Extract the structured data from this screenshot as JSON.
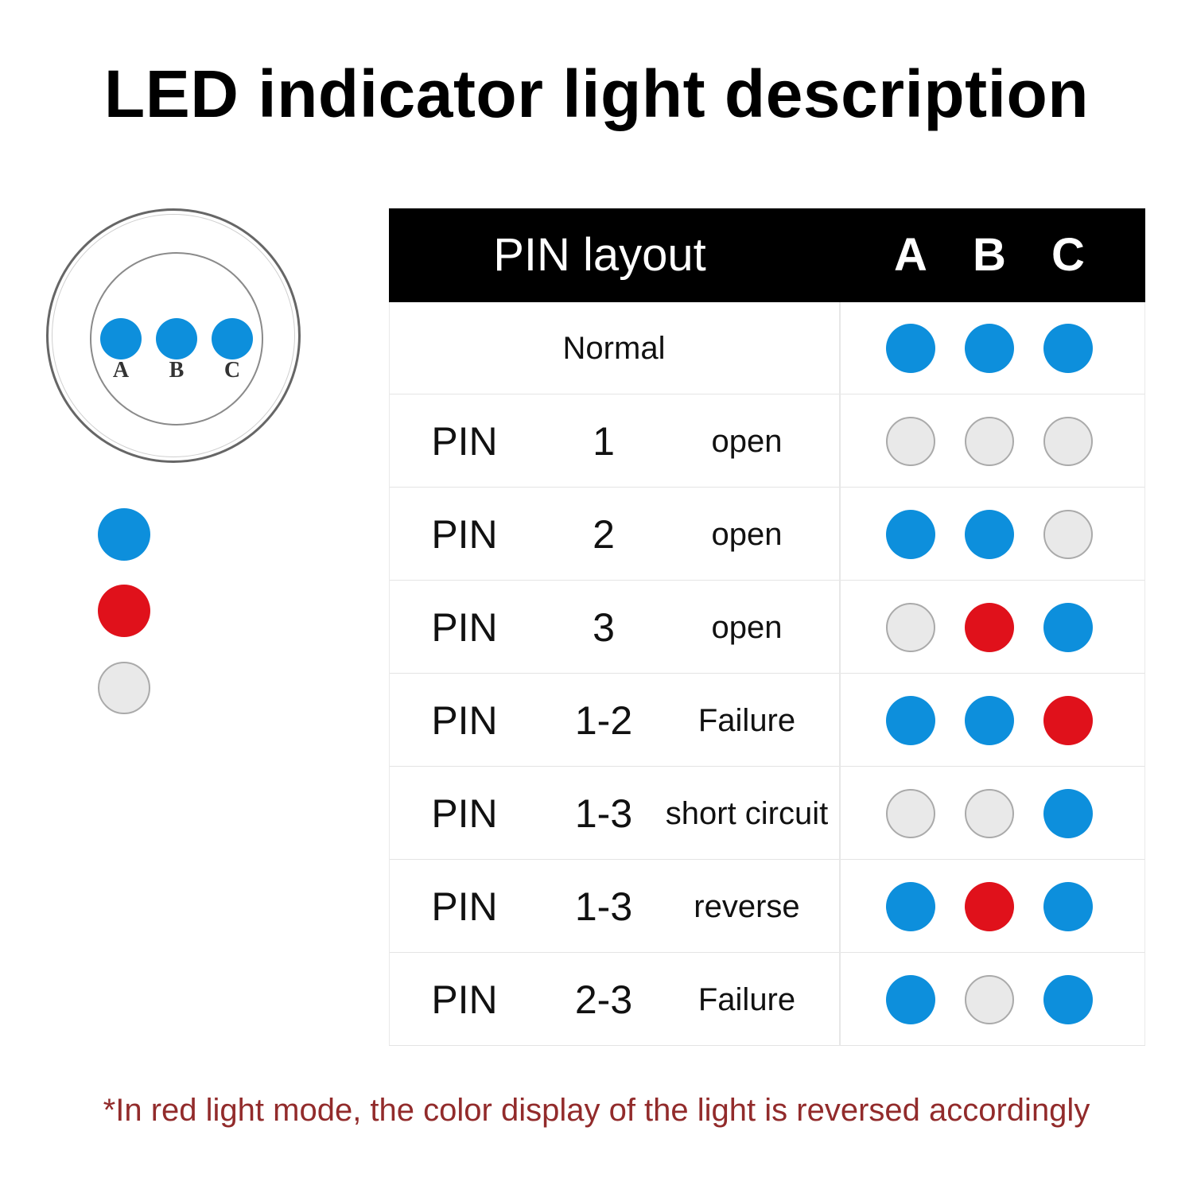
{
  "title": "LED indicator light description",
  "colors": {
    "blue": "#0d8fdc",
    "red": "#e0111b",
    "off": "#e9e9e9",
    "off_border": "#aaaaaa",
    "footnote": "#922b2b"
  },
  "connector": {
    "pins": [
      "A",
      "B",
      "C"
    ]
  },
  "legend": [
    "blue",
    "red",
    "off"
  ],
  "table": {
    "header_title": "PIN layout",
    "columns": [
      "A",
      "B",
      "C"
    ],
    "rows": [
      {
        "label": "Normal",
        "leds": [
          "blue",
          "blue",
          "blue"
        ]
      },
      {
        "pin": "PIN",
        "num": "1",
        "state": "open",
        "leds": [
          "off",
          "off",
          "off"
        ]
      },
      {
        "pin": "PIN",
        "num": "2",
        "state": "open",
        "leds": [
          "blue",
          "blue",
          "off"
        ]
      },
      {
        "pin": "PIN",
        "num": "3",
        "state": "open",
        "leds": [
          "off",
          "red",
          "blue"
        ]
      },
      {
        "pin": "PIN",
        "num": "1-2",
        "state": "Failure",
        "leds": [
          "blue",
          "blue",
          "red"
        ]
      },
      {
        "pin": "PIN",
        "num": "1-3",
        "state": "short circuit",
        "leds": [
          "off",
          "off",
          "blue"
        ]
      },
      {
        "pin": "PIN",
        "num": "1-3",
        "state": "reverse",
        "leds": [
          "blue",
          "red",
          "blue"
        ]
      },
      {
        "pin": "PIN",
        "num": "2-3",
        "state": "Failure",
        "leds": [
          "blue",
          "off",
          "blue"
        ]
      }
    ]
  },
  "footnote": "*In red light mode, the color display of the light is reversed accordingly"
}
